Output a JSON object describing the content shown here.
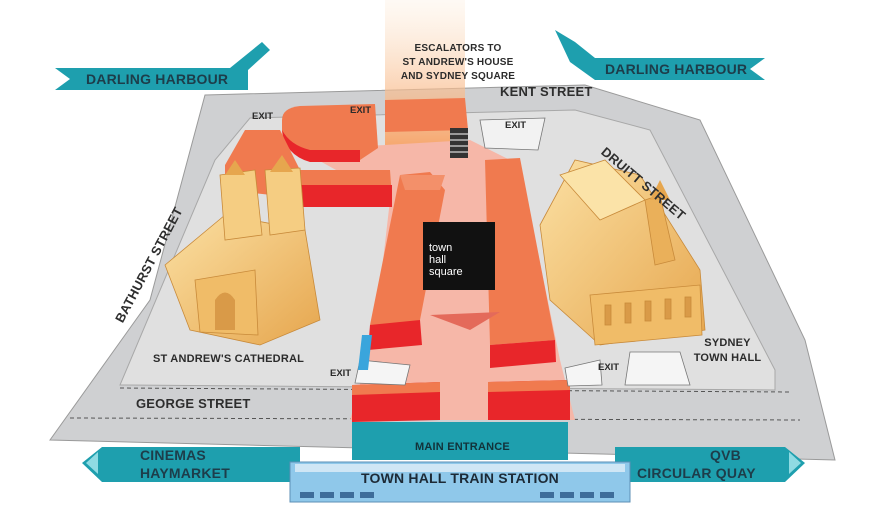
{
  "streets": {
    "kent": "KENT STREET",
    "druitt": "DRUITT STREET",
    "bathurst": "BATHURST STREET",
    "george": "GEORGE STREET"
  },
  "banners": {
    "top_left": "DARLING HARBOUR",
    "top_right": "DARLING HARBOUR",
    "bottom_left_line1": "CINEMAS",
    "bottom_left_line2": "HAYMARKET",
    "bottom_right_line1": "QVB",
    "bottom_right_line2": "CIRCULAR QUAY"
  },
  "escalators": {
    "line1": "ESCALATORS TO",
    "line2": "ST ANDREW'S HOUSE",
    "line3": "AND SYDNEY SQUARE"
  },
  "exits": {
    "top_left": "EXIT",
    "top_mid": "EXIT",
    "top_right": "EXIT",
    "bottom_left": "EXIT",
    "bottom_right": "EXIT"
  },
  "landmarks": {
    "cathedral": "ST ANDREW'S CATHEDRAL",
    "town_hall_line1": "SYDNEY",
    "town_hall_line2": "TOWN HALL",
    "main_entrance": "MAIN ENTRANCE",
    "train_station": "TOWN HALL TRAIN STATION"
  },
  "logo": {
    "line1": "town",
    "line2": "hall",
    "line3": "square"
  },
  "colors": {
    "road": "#cfd0d2",
    "block": "#dcdcdc",
    "banner": "#1e9fae",
    "building_orange": "#f07a4f",
    "building_red": "#e8262a",
    "plaza_pink": "#f6b7a8",
    "sandstone": "#f0c070",
    "station": "#8fc8ea"
  }
}
